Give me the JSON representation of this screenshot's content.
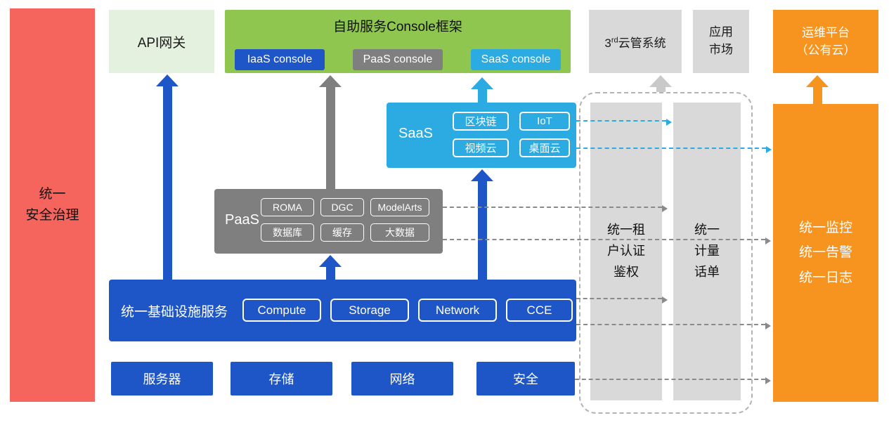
{
  "colors": {
    "primary_blue": "#1E56C8",
    "saas_cyan": "#2BABE2",
    "paas_gray": "#7F7F7F",
    "frame_green": "#8EC64F",
    "light_green": "#E4F1DE",
    "orange": "#F79420",
    "salmon_red": "#F5655D",
    "light_gray": "#D9D9D9"
  },
  "left_bar": {
    "label": "统一\n安全治理"
  },
  "api_gateway": {
    "label": "API网关"
  },
  "console_framework": {
    "title": "自助服务Console框架",
    "consoles": [
      {
        "label": "IaaS console"
      },
      {
        "label": "PaaS console"
      },
      {
        "label": "SaaS console"
      }
    ]
  },
  "third_party_cloud": {
    "base": "3",
    "sup": "rd",
    "rest": "云管系统"
  },
  "app_market": {
    "label": "应用\n市场"
  },
  "ops_platform": {
    "label": "运维平台\n（公有云）"
  },
  "saas": {
    "label": "SaaS",
    "items": [
      "区块链",
      "IoT",
      "视频云",
      "桌面云"
    ]
  },
  "paas": {
    "label": "PaaS",
    "items": [
      "ROMA",
      "DGC",
      "ModelArts",
      "数据库",
      "缓存",
      "大数据"
    ]
  },
  "infrastructure": {
    "label": "统一基础设施服务",
    "items": [
      "Compute",
      "Storage",
      "Network",
      "CCE"
    ]
  },
  "hardware": {
    "items": [
      "服务器",
      "存储",
      "网络",
      "安全"
    ]
  },
  "pillars": {
    "auth": {
      "label": "统一租\n户认证\n鉴权"
    },
    "metering": {
      "label": "统一\n计量\n话单"
    }
  },
  "monitoring": {
    "label": "统一监控\n统一告警\n统一日志"
  }
}
